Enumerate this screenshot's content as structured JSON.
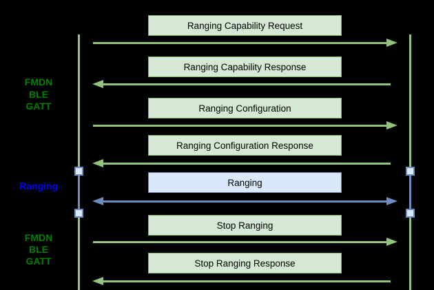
{
  "diagram": {
    "type": "sequence-diagram",
    "background_color": "#000000",
    "side_labels": [
      {
        "id": "fmdn-ble-gatt-top",
        "color": "#008000",
        "lines": [
          "FMDN",
          "BLE",
          "GATT"
        ]
      },
      {
        "id": "ranging",
        "color": "#0000ff",
        "lines": [
          "Ranging"
        ]
      },
      {
        "id": "fmdn-ble-gatt-bottom",
        "color": "#008000",
        "lines": [
          "FMDN",
          "BLE",
          "GATT"
        ]
      }
    ],
    "messages": [
      {
        "label": "Ranging Capability Request",
        "direction": "right",
        "theme": "green"
      },
      {
        "label": "Ranging Capability Response",
        "direction": "left",
        "theme": "green"
      },
      {
        "label": "Ranging Configuration",
        "direction": "right",
        "theme": "green"
      },
      {
        "label": "Ranging Configuration Response",
        "direction": "left",
        "theme": "green"
      },
      {
        "label": "Ranging",
        "direction": "both",
        "theme": "blue"
      },
      {
        "label": "Stop Ranging",
        "direction": "right",
        "theme": "green"
      },
      {
        "label": "Stop Ranging Response",
        "direction": "left",
        "theme": "green"
      }
    ],
    "lifelines": {
      "count": 2,
      "color": "#93c47d",
      "ranging_segment_color": "#6c8ebf"
    },
    "colors": {
      "green_box_fill": "#d5e8d4",
      "green_stroke": "#82b366",
      "green_arrow": "#93c47d",
      "blue_box_fill": "#dae8fc",
      "blue_stroke": "#6c8ebf",
      "label_green": "#008000",
      "label_blue": "#0000ff",
      "text": "#000000"
    }
  }
}
